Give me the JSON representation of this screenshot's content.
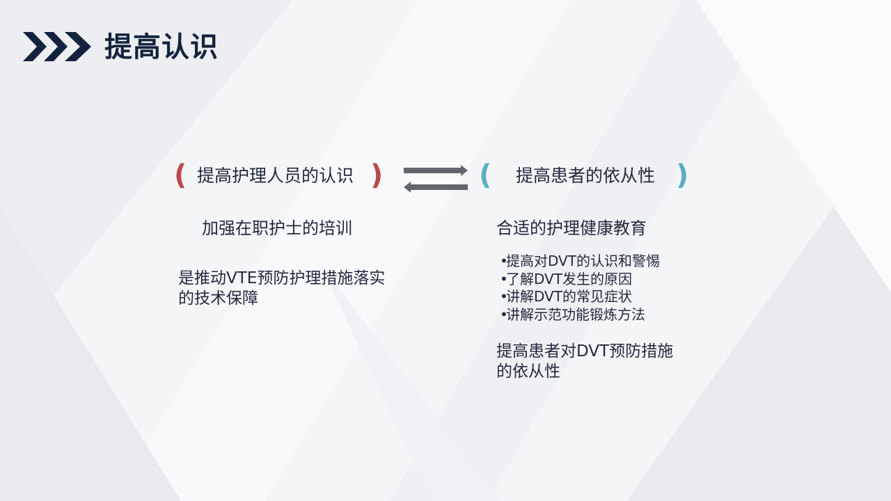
{
  "slide": {
    "title": "提高认识",
    "title_icon": "triple-chevron-right-icon",
    "colors": {
      "title": "#14233d",
      "text": "#1f2a3d",
      "paren_left": "#b94a4a",
      "paren_right": "#5aaec0",
      "arrows": "#62666d",
      "background": "#f4f5f7"
    }
  },
  "left": {
    "paren_open": "(",
    "paren_close": ")",
    "heading": "提高护理人员的认识",
    "subheading": "加强在职护士的培训",
    "paragraph": "是推动VTE预防护理措施落实的技术保障"
  },
  "right": {
    "paren_open": "(",
    "paren_close": ")",
    "heading": "提高患者的依从性",
    "subheading": "合适的护理健康教育",
    "bullets": [
      "提高对DVT的认识和警惕",
      "了解DVT发生的原因",
      "讲解DVT的常见症状",
      "讲解示范功能锻炼方法"
    ],
    "bullet_marker": "•",
    "paragraph": "提高患者对DVT预防措施的依从性"
  },
  "connector": {
    "icon": "bidirectional-arrows-icon"
  }
}
